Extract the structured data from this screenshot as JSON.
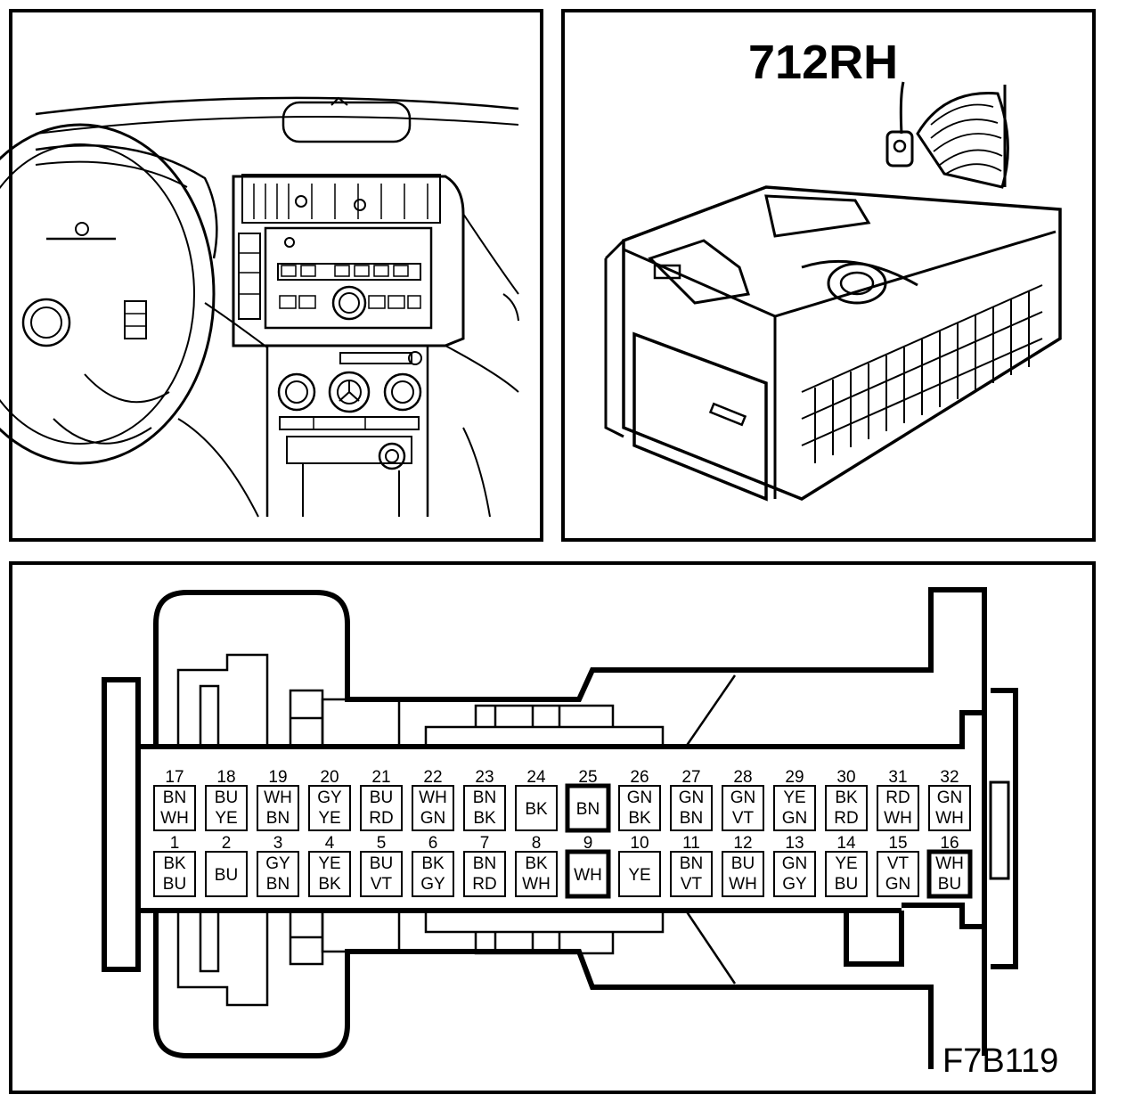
{
  "connector_label": "712RH",
  "figure_id": "F7B119",
  "pins_top": [
    {
      "num": "17",
      "wires": [
        "BN",
        "WH"
      ]
    },
    {
      "num": "18",
      "wires": [
        "BU",
        "YE"
      ]
    },
    {
      "num": "19",
      "wires": [
        "WH",
        "BN"
      ]
    },
    {
      "num": "20",
      "wires": [
        "GY",
        "YE"
      ]
    },
    {
      "num": "21",
      "wires": [
        "BU",
        "RD"
      ]
    },
    {
      "num": "22",
      "wires": [
        "WH",
        "GN"
      ]
    },
    {
      "num": "23",
      "wires": [
        "BN",
        "BK"
      ]
    },
    {
      "num": "24",
      "wires": [
        "BK"
      ]
    },
    {
      "num": "25",
      "wires": [
        "BN"
      ],
      "highlight": true
    },
    {
      "num": "26",
      "wires": [
        "GN",
        "BK"
      ]
    },
    {
      "num": "27",
      "wires": [
        "GN",
        "BN"
      ]
    },
    {
      "num": "28",
      "wires": [
        "GN",
        "VT"
      ]
    },
    {
      "num": "29",
      "wires": [
        "YE",
        "GN"
      ]
    },
    {
      "num": "30",
      "wires": [
        "BK",
        "RD"
      ]
    },
    {
      "num": "31",
      "wires": [
        "RD",
        "WH"
      ]
    },
    {
      "num": "32",
      "wires": [
        "GN",
        "WH"
      ]
    }
  ],
  "pins_bottom": [
    {
      "num": "1",
      "wires": [
        "BK",
        "BU"
      ]
    },
    {
      "num": "2",
      "wires": [
        "BU"
      ]
    },
    {
      "num": "3",
      "wires": [
        "GY",
        "BN"
      ]
    },
    {
      "num": "4",
      "wires": [
        "YE",
        "BK"
      ]
    },
    {
      "num": "5",
      "wires": [
        "BU",
        "VT"
      ]
    },
    {
      "num": "6",
      "wires": [
        "BK",
        "GY"
      ]
    },
    {
      "num": "7",
      "wires": [
        "BN",
        "RD"
      ]
    },
    {
      "num": "8",
      "wires": [
        "BK",
        "WH"
      ]
    },
    {
      "num": "9",
      "wires": [
        "WH"
      ],
      "highlight": true
    },
    {
      "num": "10",
      "wires": [
        "YE"
      ]
    },
    {
      "num": "11",
      "wires": [
        "BN",
        "VT"
      ]
    },
    {
      "num": "12",
      "wires": [
        "BU",
        "WH"
      ]
    },
    {
      "num": "13",
      "wires": [
        "GN",
        "GY"
      ]
    },
    {
      "num": "14",
      "wires": [
        "YE",
        "BU"
      ]
    },
    {
      "num": "15",
      "wires": [
        "VT",
        "GN"
      ]
    },
    {
      "num": "16",
      "wires": [
        "WH",
        "BU"
      ],
      "highlight": true
    }
  ]
}
